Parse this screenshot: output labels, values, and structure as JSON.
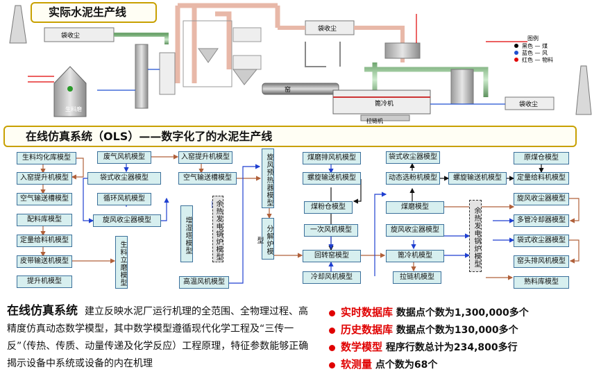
{
  "banners": {
    "top": "实际水泥生产线",
    "middle": "在线仿真系统（OLS）——数字化了的水泥生产线"
  },
  "process_labels": {
    "dust_a": "袋收尘",
    "dust_b": "袋收尘",
    "dust_c": "袋收尘",
    "kiln": "窑",
    "cooler": "篦冷机",
    "chain": "拉链机",
    "mill": "生料磨"
  },
  "legend": {
    "title": "图例",
    "items": [
      "黑色 — 煤",
      "蓝色 — 风",
      "红色 — 物料"
    ],
    "colors": [
      "#000000",
      "#1f4fd0",
      "#e00000"
    ]
  },
  "models": {
    "b01": "生料均化库模型",
    "b02": "入窑提升机模型",
    "b03": "空气输送槽模型",
    "b04": "配料库模型",
    "b05": "定量给料机模型",
    "b06": "皮带输送机模型",
    "b07": "提升机模型",
    "b08": "废气风机模型",
    "b09": "袋式收尘器模型",
    "b10": "循环风机模型",
    "b11": "旋风收尘器模型",
    "b12": "入窑提升机模型",
    "b13": "空气输送槽模型",
    "b14": "增湿塔模型",
    "b15": "高温风机模型",
    "b16": "余热发电锅炉模型",
    "b17": "旋风预热器模型",
    "b18": "分解炉模型",
    "b19": "生料立磨模型",
    "b20": "煤磨排风机模型",
    "b21": "螺旋输送机模型",
    "b22": "煤粉仓模型",
    "b23": "一次风机模型",
    "b24": "回转窑模型",
    "b25": "冷却风机模型",
    "b26": "袋式收尘器模型",
    "b27": "动态选粉机模型",
    "b28": "螺旋输送机模型",
    "b29": "煤磨模型",
    "b30": "旋风收尘器模型",
    "b31": "篦冷机模型",
    "b32": "拉链机模型",
    "b33": "余热发电锅炉模型",
    "b34": "原煤仓模型",
    "b35": "定量给料机模型",
    "b36": "旋风收尘器模型",
    "b37": "多管冷却器模型",
    "b38": "袋式收尘器模型",
    "b39": "窑头排风机模型",
    "b40": "熟料库模型"
  },
  "description": {
    "heading": "在线仿真系统",
    "body": "建立反映水泥厂运行机理的全范围、全物理过程、高精度仿真动态数学模型，其中数学模型遵循现代化学工程及“三传一反”（传热、传质、动量传递及化学反应）工程原理，特征参数能够正确揭示设备中系统或设备的内在机理"
  },
  "stats": [
    {
      "label": "实时数据库",
      "text": "数据点个数为1,300,000多个"
    },
    {
      "label": "历史数据库",
      "text": "数据点个数为130,000多个"
    },
    {
      "label": "数学模型",
      "text": "程序行数总计为234,800多行"
    },
    {
      "label": "软测量",
      "text": "点个数为68个"
    }
  ]
}
